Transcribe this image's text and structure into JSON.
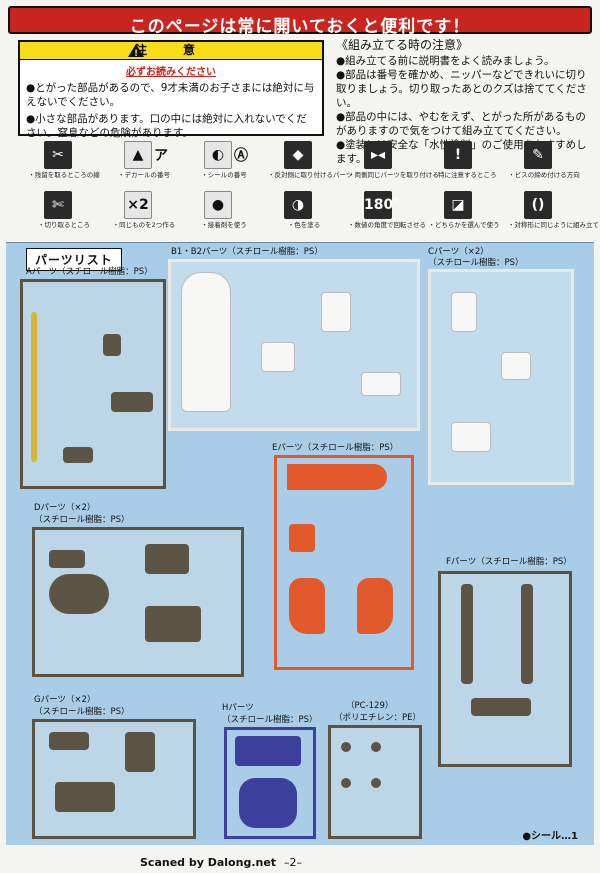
{
  "banner": {
    "text": "このページは常に開いておくと便利です！"
  },
  "caution": {
    "title": "注　意",
    "subtitle": "必ずお読みください",
    "items": [
      "●とがった部品があるので、9才未満のお子さまには絶対に与えないでください。",
      "●小さな部品があります。口の中には絶対に入れないでください。窒息などの危険があります。"
    ]
  },
  "notes": {
    "title": "《組み立てる時の注意》",
    "items": [
      "●組み立てる前に説明書をよく読みましょう。",
      "●部品は番号を確かめ、ニッパーなどできれいに切り取りましょう。切り取ったあとのクズは捨ててください。",
      "●部品の中には、やむをえず、とがった所があるものがありますので気をつけて組み立ててください。",
      "●塗装には安全な「水性塗料」のご使用をおすすめします。"
    ]
  },
  "legend": {
    "row1": [
      {
        "icon": "nipper-blade-icon",
        "glyph": "✂",
        "caption": "・残留を取るところの線"
      },
      {
        "icon": "decal-icon",
        "glyph": "▲",
        "extra": "ア",
        "caption": "・デカールの番号"
      },
      {
        "icon": "seal-icon",
        "glyph": "◐",
        "extra": "Ⓐ",
        "caption": "・シールの番号"
      },
      {
        "icon": "reversible-part-icon",
        "glyph": "◆",
        "caption": "・反対側に取り付けるパーツ"
      },
      {
        "icon": "same-part-icon",
        "glyph": "▸◂",
        "caption": "・両側同じパーツを取り付ける"
      },
      {
        "icon": "caution-mark-icon",
        "glyph": "!",
        "caption": "・特に注意するところ"
      },
      {
        "icon": "screw-icon",
        "glyph": "✎",
        "caption": "・ビスの締め付ける方向"
      }
    ],
    "row2": [
      {
        "icon": "cut-off-icon",
        "glyph": "✄",
        "caption": "・切り取るところ"
      },
      {
        "icon": "times-two-icon",
        "glyph": "×2",
        "caption": "・同じものを2つ作る"
      },
      {
        "icon": "glue-icon",
        "glyph": "●",
        "caption": "・接着剤を使う"
      },
      {
        "icon": "paint-icon",
        "glyph": "◑",
        "caption": "・色を塗る"
      },
      {
        "icon": "rotate-180-icon",
        "glyph": "180°",
        "caption": "・数値の角度で回転させる"
      },
      {
        "icon": "choose-icon",
        "glyph": "◪",
        "caption": "・どちらかを選んで使う"
      },
      {
        "icon": "symmetric-icon",
        "glyph": "()",
        "caption": "・対称形に同じように組み立てる"
      }
    ]
  },
  "parts": {
    "title": "パーツリスト",
    "runners": {
      "A": {
        "label": "Aパーツ（スチロール樹脂：PS）"
      },
      "B": {
        "label": "B1・B2パーツ（スチロール樹脂：PS）"
      },
      "C": {
        "label": "Cパーツ（×2）",
        "sub": "（スチロール樹脂：PS）"
      },
      "D": {
        "label": "Dパーツ（×2）",
        "sub": "（スチロール樹脂：PS）"
      },
      "E": {
        "label": "Eパーツ（スチロール樹脂：PS）"
      },
      "F": {
        "label": "Fパーツ（スチロール樹脂：PS）"
      },
      "G": {
        "label": "Gパーツ（×2）",
        "sub": "（スチロール樹脂：PS）"
      },
      "H": {
        "label": "Hパーツ",
        "sub": "（スチロール樹脂：PS）"
      },
      "PC": {
        "label": "（PC-129）",
        "sub": "（ポリエチレン：PE）"
      }
    },
    "seal": "●シール…1"
  },
  "footer": {
    "credit": "Scaned by Dalong.net",
    "page": "–2–"
  },
  "colors": {
    "banner": "#c8251e",
    "caution_head": "#f7dc19",
    "parts_bg": "#a9cde6",
    "runner_grey": "#5c5444",
    "runner_orange": "#e25a2b",
    "runner_purple": "#3d3f9c"
  }
}
